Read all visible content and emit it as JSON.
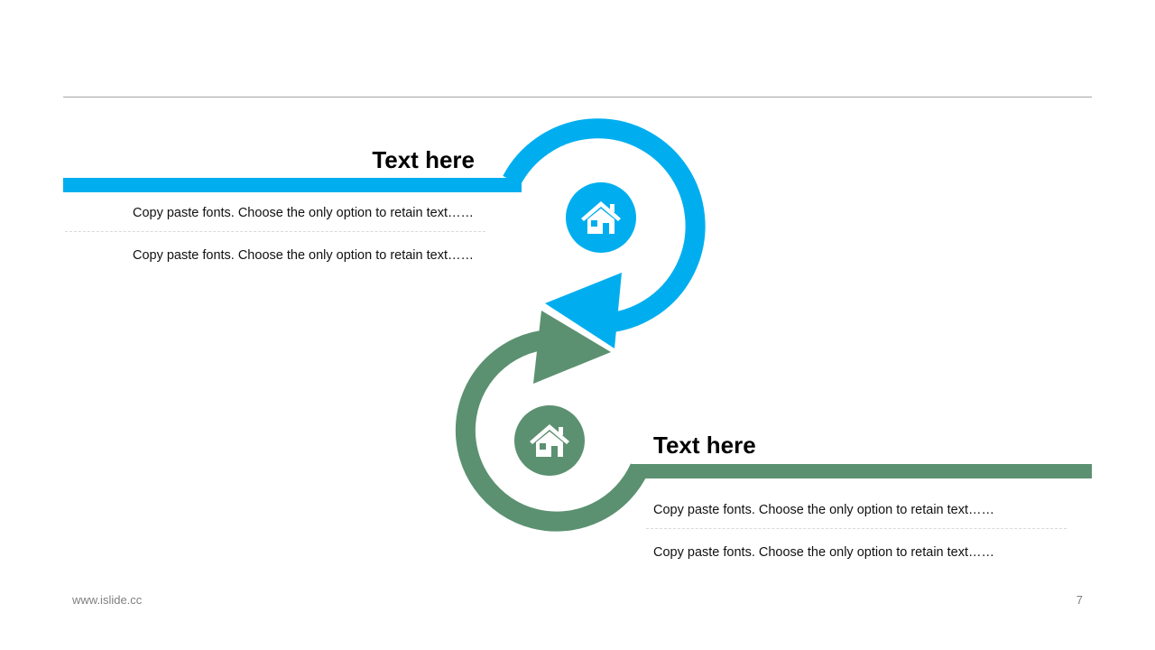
{
  "colors": {
    "blue": "#00aeef",
    "green": "#5b9170",
    "rule": "#a6a6a6"
  },
  "steps": [
    {
      "title": "Text here",
      "lines": [
        "Copy paste fonts. Choose the only option to retain text……",
        "Copy paste fonts. Choose the only option to retain text……"
      ],
      "icon": "home-icon"
    },
    {
      "title": "Text here",
      "lines": [
        "Copy paste fonts. Choose the only option to retain text……",
        "Copy paste fonts. Choose the only option to retain text……"
      ],
      "icon": "home-icon"
    }
  ],
  "footer": {
    "website": "www.islide.cc",
    "page_number": "7"
  }
}
